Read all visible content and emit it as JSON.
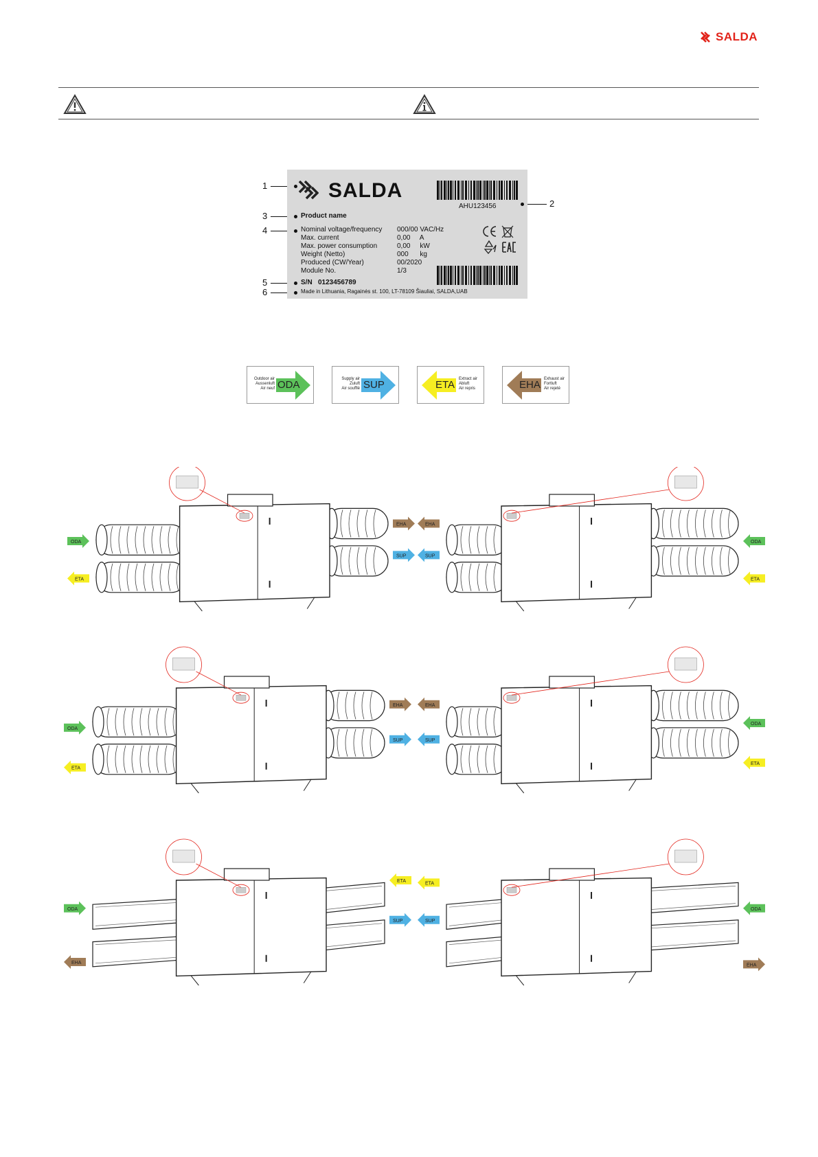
{
  "header": {
    "brand": "SALDA",
    "brand_color": "#e2231a",
    "logo_icon": "salda-logo-icon"
  },
  "notice_bar": {
    "warning_icon": "warning-triangle-icon",
    "info_icon": "info-triangle-icon"
  },
  "label_plate": {
    "brand": "SALDA",
    "barcode_number": "AHU123456",
    "product_name": "Product name",
    "specs": [
      {
        "label": "Nominal voltage/frequency",
        "value": "000/00 VAC/Hz"
      },
      {
        "label": "Max. current",
        "value": "0,00     A"
      },
      {
        "label": "Max. power consumption",
        "value": "0,00     kW"
      },
      {
        "label": "Weight (Netto)",
        "value": "000      kg"
      },
      {
        "label": "Produced (CW/Year)",
        "value": "00/2020"
      },
      {
        "label": "Module No.",
        "value": "1/3"
      }
    ],
    "serial_label": "S/N",
    "serial": "0123456789",
    "made_in": "Made in Lithuania, Ragainės st. 100, LT-78109 Šiauliai, SALDA,UAB",
    "callouts": [
      "1",
      "2",
      "3",
      "4",
      "5",
      "6"
    ],
    "certification_icons": [
      "ce-mark-icon",
      "weee-bin-icon",
      "recycle-icon",
      "eac-mark-icon"
    ]
  },
  "air_legend": [
    {
      "code": "ODA",
      "lines": [
        "Outdoor air",
        "Aussenluft",
        "Air neuf"
      ],
      "color": "#5cc15a",
      "direction": "right"
    },
    {
      "code": "SUP",
      "lines": [
        "Supply air",
        "Zuluft",
        "Air soufflé"
      ],
      "color": "#4fb1e3",
      "direction": "right"
    },
    {
      "code": "ETA",
      "lines": [
        "Extract air",
        "Abluft",
        "Air repris"
      ],
      "color": "#f6ee22",
      "direction": "left"
    },
    {
      "code": "EHA",
      "lines": [
        "Exhaust air",
        "Fortluft",
        "Air rejeté"
      ],
      "color": "#a07c57",
      "direction": "left"
    }
  ],
  "tags": {
    "ODA": "ODA",
    "SUP": "SUP",
    "ETA": "ETA",
    "EHA": "EHA"
  }
}
